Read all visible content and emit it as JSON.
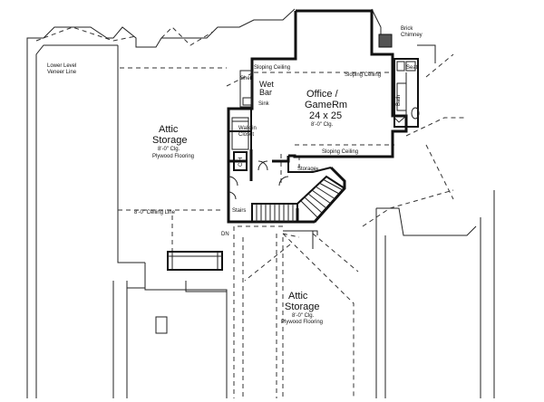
{
  "labels": {
    "lower_level_veneer": [
      "Lower Level",
      "Veneer Line"
    ],
    "brick_chimney": [
      "Brick",
      "Chimney"
    ],
    "sloping_ceiling": "Sloping Ceiling",
    "office_name": [
      "Office /",
      "GameRm"
    ],
    "office_dims": "24 x 25",
    "office_clg": "8'-0\" Clg.",
    "wet_bar": [
      "Wet",
      "Bar"
    ],
    "shelf": "Shelf",
    "sink": "Sink",
    "bath": "Bath",
    "seat": "Seat",
    "walk_in_closet": [
      "Walk-in",
      "Closet"
    ],
    "attic_storage_left": [
      "Attic",
      "Storage"
    ],
    "attic_left_clg": "8'-0\" Clg.",
    "plywood_flooring": "Plywood Flooring",
    "storage": "Storage",
    "stairs": "Stairs",
    "ceiling_line": "8'-0\" Ceiling Line",
    "attic_storage_bottom": [
      "Attic",
      "Storage"
    ],
    "attic_bottom_clg": "8'-0\" Clg.",
    "plywood_flooring_bottom": "Plywood Flooring",
    "closet_tag": "C/H",
    "down_mark": "DN"
  },
  "colors": {
    "ink": "#111111",
    "background": "#ffffff",
    "chimney_fill": "#555555"
  }
}
